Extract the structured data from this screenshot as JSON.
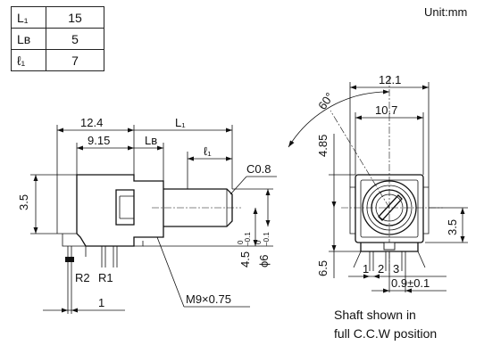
{
  "unit_label": "Unit:mm",
  "params": [
    {
      "symbol": "L₁",
      "value": "15"
    },
    {
      "symbol": "Lʙ",
      "value": "5"
    },
    {
      "symbol": "ℓ₁",
      "value": "7"
    }
  ],
  "side_view": {
    "dim_body": "12.4",
    "dim_body_inner": "9.15",
    "dim_lb": "Lʙ",
    "dim_l1": "L₁",
    "dim_ell1": "ℓ₁",
    "dim_chamfer": "C0.8",
    "dim_height": "3.5",
    "dim_shaft_axis": "4.5",
    "dim_shaft_axis_tol": "−0.1",
    "dim_shaft_axis_tol_top": "0",
    "dim_shaft_dia": "ϕ6",
    "dim_shaft_dia_tol": "−0.1",
    "dim_shaft_dia_tol_top": "0",
    "pin_r2": "R2",
    "pin_r1": "R1",
    "dim_pin_pitch": "1",
    "thread": "M9×0.75"
  },
  "front_view": {
    "dim_width_outer": "12.1",
    "dim_width_inner": "10.7",
    "dim_angle": "60°",
    "dim_height_top": "4.85",
    "dim_height_right": "3.5",
    "dim_height_bottom": "6.5",
    "pin_labels": [
      "1",
      "2",
      "3"
    ],
    "dim_pin_pitch": "0.9±0.1"
  },
  "note_lines": [
    "Shaft shown in",
    "full C.C.W position"
  ]
}
